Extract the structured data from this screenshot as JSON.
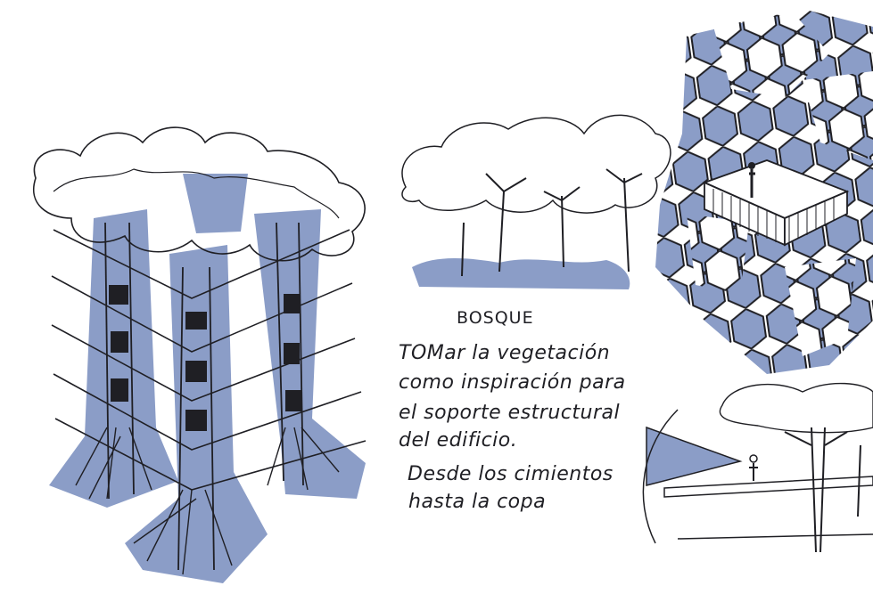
{
  "sketch": {
    "title": "BOSQUE",
    "lines": [
      "TOMar la vegetación",
      "como inspiración para",
      "el soporte estructural",
      "del edificio.",
      "Desde los cimientos",
      "hasta la copa"
    ]
  },
  "colors": {
    "accent": "#8b9dc7",
    "ink": "#1f1f24",
    "paper": "#ffffff"
  }
}
